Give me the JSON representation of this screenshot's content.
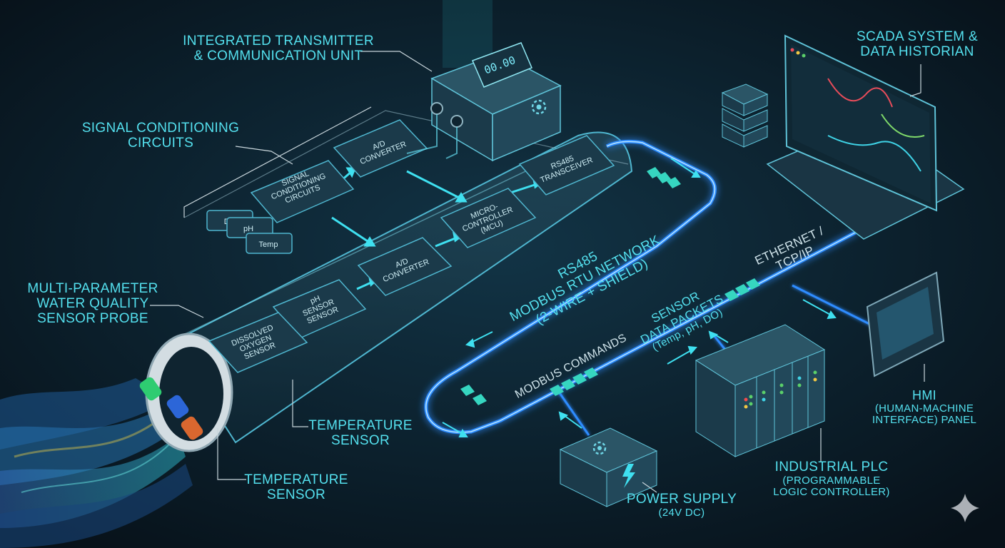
{
  "colors": {
    "background": "#0b1a24",
    "label": "#54e0ee",
    "network_glow": "#2f8cff",
    "module_fill": "#1b3a4a",
    "module_stroke": "#4fb6cf"
  },
  "labels": {
    "transmitter": {
      "line1": "INTEGRATED TRANSMITTER",
      "line2": "& COMMUNICATION UNIT"
    },
    "signal_conditioning": {
      "line1": "SIGNAL CONDITIONING",
      "line2": "CIRCUITS"
    },
    "probe": {
      "line1": "MULTI-PARAMETER",
      "line2": "WATER QUALITY",
      "line3": "SENSOR PROBE"
    },
    "temp_sensor_a": {
      "line1": "TEMPERATURE",
      "line2": "SENSOR"
    },
    "temp_sensor_b": {
      "line1": "TEMPERATURE",
      "line2": "SENSOR"
    },
    "scada": {
      "line1": "SCADA SYSTEM &",
      "line2": "DATA HISTORIAN"
    },
    "hmi": {
      "line1": "HMI",
      "line2": "(HUMAN-MACHINE",
      "line3": "INTERFACE) PANEL"
    },
    "plc": {
      "line1": "INDUSTRIAL PLC",
      "line2": "(PROGRAMMABLE",
      "line3": "LOGIC CONTROLLER)"
    },
    "power": {
      "line1": "POWER SUPPLY",
      "line2": "(24V DC)"
    },
    "network": {
      "line1": "RS485",
      "line2": "MODBUS RTU NETWORK",
      "line3": "(2-WIRE + SHIELD)"
    },
    "packets": {
      "line1": "SENSOR",
      "line2": "DATA PACKETS",
      "line3": "(Temp, pH, DO)"
    },
    "commands": "MODBUS COMMANDS",
    "ethernet": {
      "line1": "ETHERNET /",
      "line2": "TCP/IP"
    }
  },
  "modules": {
    "do": "DO",
    "ph": "pH",
    "temp": "Temp",
    "signal_conditioning": {
      "line1": "SIGNAL",
      "line2": "CONDITIONING",
      "line3": "CIRCUITS"
    },
    "ad_top": {
      "line1": "A/D",
      "line2": "CONVERTER"
    },
    "ad_mid": {
      "line1": "A/D",
      "line2": "CONVERTER"
    },
    "mcu": {
      "line1": "MICRO-",
      "line2": "CONTROLLER",
      "line3": "(MCU)"
    },
    "rs485": {
      "line1": "RS485",
      "line2": "TRANSCEIVER"
    },
    "ph_sensor": {
      "line1": "pH",
      "line2": "SENSOR",
      "line3": "SENSOR"
    },
    "do_sensor": {
      "line1": "DISSOLVED",
      "line2": "OXYGEN",
      "line3": "SENSOR"
    }
  },
  "display": {
    "readout": "00.00"
  },
  "icons": [
    "gear-icon",
    "lightning-icon",
    "server-icon",
    "sparkle-icon"
  ]
}
